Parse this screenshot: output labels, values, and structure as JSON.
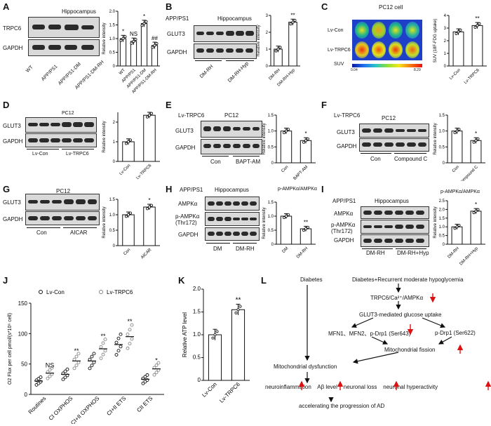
{
  "panels": {
    "A": {
      "label": "A",
      "title": "Hippocampus",
      "rows": [
        "TRPC6",
        "GAPDH"
      ],
      "lanes": [
        "WT",
        "APP/PS1",
        "APP/PS1-DM",
        "APP/PS1-DM-RH"
      ],
      "chart_data": {
        "type": "bar",
        "categories": [
          "WT",
          "APP/PS1",
          "APP/PS1-DM",
          "APP/PS1-DM-RH"
        ],
        "values": [
          1.0,
          0.9,
          1.55,
          0.75
        ],
        "ylabel": "Relative intensity",
        "ylim": [
          0,
          2.0
        ],
        "yticks": [
          "0",
          "0.5",
          "1.0",
          "1.5",
          "2.0"
        ],
        "annotations": [
          "*",
          "NS",
          "*",
          "##"
        ]
      }
    },
    "B": {
      "label": "B",
      "group": "APP/PS1",
      "title": "Hippocampus",
      "rows": [
        "GLUT3",
        "GAPDH"
      ],
      "lanes": [
        "DM-RH",
        "DM-RH-Hyp"
      ],
      "chart_data": {
        "type": "bar",
        "categories": [
          "DM-RH",
          "DM-RH-Hyp"
        ],
        "values": [
          1.0,
          2.6
        ],
        "ylabel": "Relative intensity",
        "ylim": [
          0,
          3
        ],
        "yticks": [
          "0",
          "1",
          "2",
          "3"
        ],
        "annotations": [
          "",
          "**"
        ]
      }
    },
    "C": {
      "label": "C",
      "title": "PC12 cell",
      "rows": [
        "Lv-Con",
        "Lv-TRPC6"
      ],
      "suv_label": "SUV",
      "scale_min": "0.04",
      "scale_max": "8.29",
      "chart_data": {
        "type": "bar",
        "categories": [
          "Lv-Con",
          "Lv-TRPC6"
        ],
        "values": [
          2.7,
          3.2
        ],
        "ylabel": "SUV (18F-FDG uptake)",
        "ylim": [
          0,
          4
        ],
        "yticks": [
          "0",
          "1",
          "2",
          "3",
          "4"
        ],
        "annotations": [
          "",
          "**"
        ]
      }
    },
    "D": {
      "label": "D",
      "title": "PC12",
      "rows": [
        "GLUT3",
        "GAPDH"
      ],
      "lanes": [
        "Lv-Con",
        "Lv-TRPC6"
      ],
      "chart_data": {
        "type": "bar",
        "categories": [
          "Lv-Con",
          "Lv-TRPC6"
        ],
        "values": [
          1.0,
          2.35
        ],
        "ylabel": "Relative intensity",
        "ylim": [
          0,
          2.5
        ],
        "yticks": [
          "0",
          "1",
          "2"
        ],
        "annotations": [
          "",
          ""
        ]
      }
    },
    "E": {
      "label": "E",
      "group": "Lv-TRPC6",
      "title": "PC12",
      "rows": [
        "GLUT3",
        "GAPDH"
      ],
      "lanes": [
        "Con",
        "BAPT-AM"
      ],
      "chart_data": {
        "type": "bar",
        "categories": [
          "Con",
          "BAPT-AM"
        ],
        "values": [
          1.0,
          0.7
        ],
        "ylabel": "Relative intensity",
        "ylim": [
          0,
          1.5
        ],
        "yticks": [
          "0",
          "0.5",
          "1.0",
          "1.5"
        ],
        "annotations": [
          "",
          "*"
        ]
      }
    },
    "F": {
      "label": "F",
      "group": "Lv-TRPC6",
      "title": "PC12",
      "rows": [
        "GLUT3",
        "GAPDH"
      ],
      "lanes": [
        "Con",
        "Compound C"
      ],
      "chart_data": {
        "type": "bar",
        "categories": [
          "Con",
          "Compound C"
        ],
        "values": [
          1.0,
          0.7
        ],
        "ylabel": "Relative intensity",
        "ylim": [
          0,
          1.5
        ],
        "yticks": [
          "0",
          "0.5",
          "1.0",
          "1.5"
        ],
        "annotations": [
          "",
          "*"
        ]
      }
    },
    "G": {
      "label": "G",
      "title": "PC12",
      "rows": [
        "GLUT3",
        "GAPDH"
      ],
      "lanes": [
        "Con",
        "AICAR"
      ],
      "chart_data": {
        "type": "bar",
        "categories": [
          "Con",
          "AICAR"
        ],
        "values": [
          1.0,
          1.25
        ],
        "ylabel": "Relative intensity",
        "ylim": [
          0,
          1.5
        ],
        "yticks": [
          "0",
          "0.5",
          "1.0",
          "1.5"
        ],
        "annotations": [
          "",
          "*"
        ]
      }
    },
    "H": {
      "label": "H",
      "group": "APP/PS1",
      "title": "Hippocampus",
      "rows": [
        "AMPKα",
        "p-AMPKα\n(Thr172)",
        "GAPDH"
      ],
      "lanes": [
        "DM",
        "DM-RH"
      ],
      "chart_title": "p-AMPKα/AMPKα",
      "chart_data": {
        "type": "bar",
        "categories": [
          "DM",
          "DM-RH"
        ],
        "values": [
          1.0,
          0.55
        ],
        "ylabel": "Relative intensity",
        "ylim": [
          0,
          1.5
        ],
        "yticks": [
          "0",
          "0.5",
          "1.0",
          "1.5"
        ],
        "annotations": [
          "",
          "**"
        ]
      }
    },
    "I": {
      "label": "I",
      "group": "APP/PS1",
      "title": "Hippocampus",
      "rows": [
        "AMPKα",
        "p-AMPKα\n(Thr172)",
        "GAPDH"
      ],
      "lanes": [
        "DM-RH",
        "DM-RH+Hyp"
      ],
      "chart_title": "p-AMPKα/AMPKα",
      "chart_data": {
        "type": "bar",
        "categories": [
          "DM-RH",
          "DM-RH+Hyp"
        ],
        "values": [
          1.0,
          1.9
        ],
        "ylabel": "Relative intensity",
        "ylim": [
          0,
          2.5
        ],
        "yticks": [
          "0",
          "0.5",
          "1.0",
          "1.5",
          "2.0",
          "2.5"
        ],
        "annotations": [
          "",
          "*"
        ]
      }
    },
    "J": {
      "label": "J",
      "chart_data": {
        "type": "scatter",
        "categories": [
          "Routines",
          "CI OXPHOS",
          "CI+II OXPHOS",
          "CI+II ETS",
          "CII ETS"
        ],
        "series": [
          {
            "name": "Lv-Con",
            "values": [
              22,
              33,
              55,
              82,
              25
            ]
          },
          {
            "name": "Lv-TRPC6",
            "values": [
              35,
              55,
              75,
              95,
              42
            ]
          }
        ],
        "ylabel": "O2 Flux per cell pmol/(s*10⁶ cell)",
        "ylim": [
          0,
          150
        ],
        "yticks": [
          "0",
          "50",
          "100",
          "150"
        ],
        "annotations": [
          "NS",
          "**",
          "**",
          "**",
          "*"
        ]
      }
    },
    "K": {
      "label": "K",
      "chart_data": {
        "type": "bar",
        "categories": [
          "Lv-Con",
          "Lv-TRPC6"
        ],
        "values": [
          1.0,
          1.55
        ],
        "ylabel": "Relative ATP level",
        "ylim": [
          0,
          2.0
        ],
        "yticks": [
          "0",
          "0.5",
          "1.0",
          "1.5",
          "2.0"
        ],
        "annotations": [
          "",
          "**"
        ]
      }
    },
    "L": {
      "label": "L",
      "nodes": {
        "diabetes": "Diabetes",
        "diab_hypo": "Diabetes+Recurrent moderate hypoglycemia",
        "trpc6": "TRPC6/Ca²⁺/AMPKα",
        "glut3": "GLUT3-mediated glucose uptake",
        "mfn": "MFN1、MFN2、p-Drp1 (Ser643)",
        "drp622": "p-Drp1 (Ser622)",
        "fission": "Mitochondrial fission",
        "dysfunction": "Mitochondrial dysfunction",
        "outcomes": "neuroinflammation    Aβ level    neuronal loss    neuronal hyperactivity",
        "final": "accelerating the progression of AD"
      }
    }
  }
}
